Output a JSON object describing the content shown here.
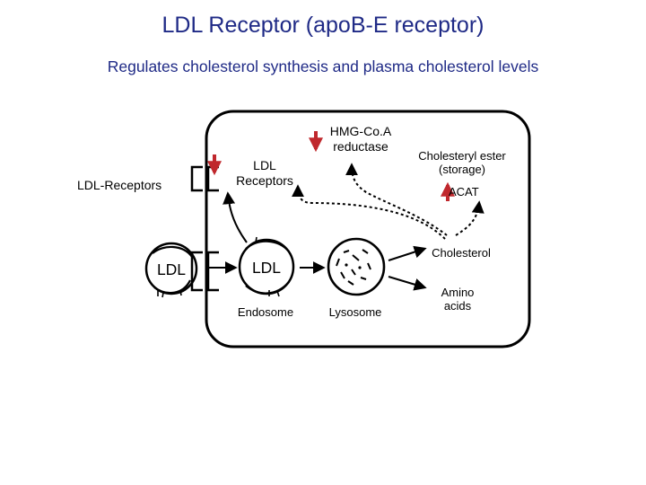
{
  "title": "LDL Receptor (apoB-E receptor)",
  "subtitle": "Regulates cholesterol synthesis and plasma cholesterol levels",
  "labels": {
    "ldl_receptors_outside": "LDL-Receptors",
    "ldl_receptors_inside": "LDL Receptors",
    "hmg_coa_reductase": "HMG-Co.A reductase",
    "cholesteryl_ester": "Cholesteryl ester (storage)",
    "acat": "ACAT",
    "cholesterol": "Cholesterol",
    "ldl_outside": "LDL",
    "ldl_endosome": "LDL",
    "endosome": "Endosome",
    "lysosome": "Lysosome",
    "amino_acids": "Amino acids"
  },
  "colors": {
    "title": "#1f2a86",
    "down_arrow": "#c0282d",
    "ink": "#000000"
  }
}
